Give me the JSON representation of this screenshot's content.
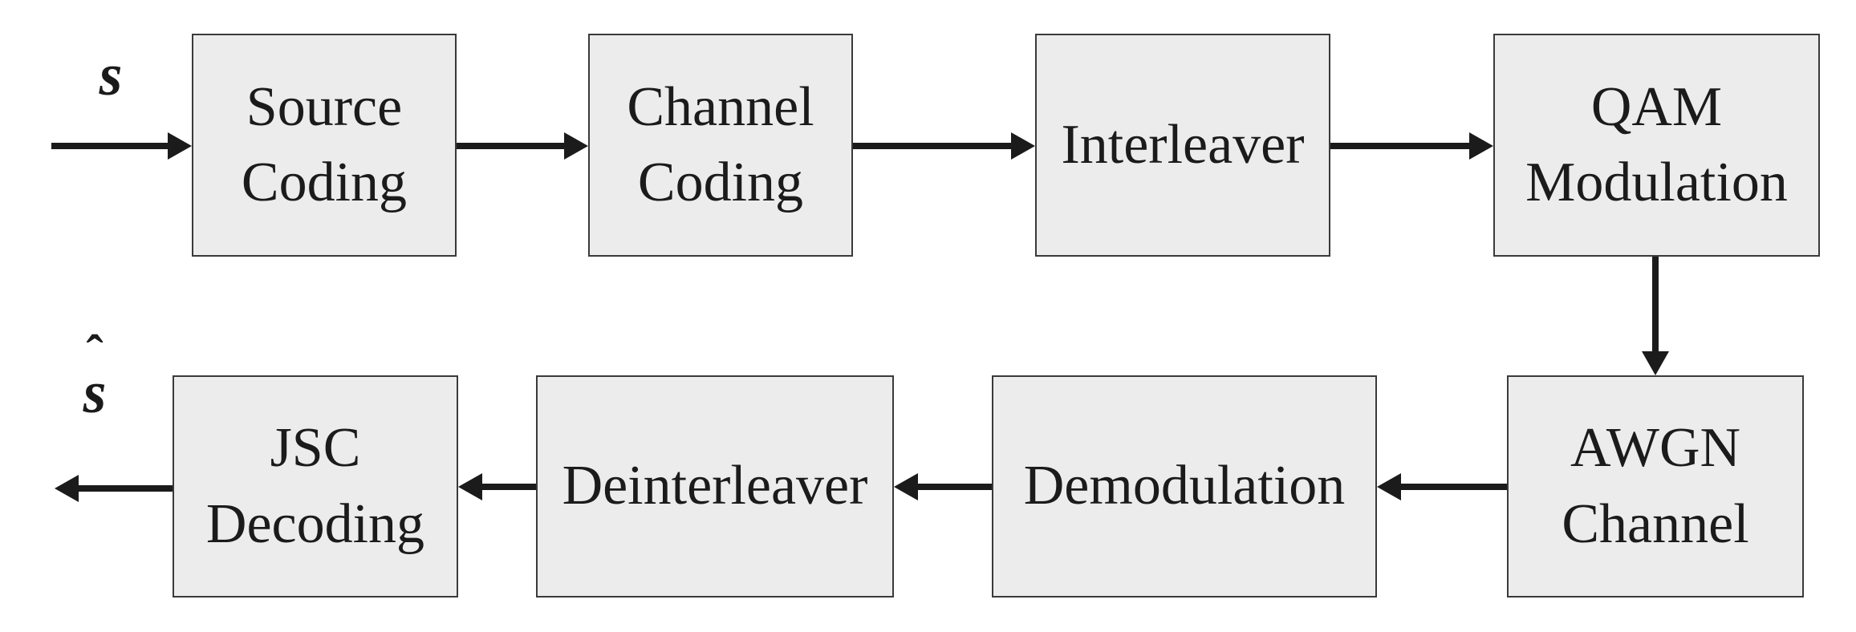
{
  "labels": {
    "input_signal": "s",
    "output_signal_hat": "ˆ",
    "output_signal_base": "s"
  },
  "blocks": [
    {
      "name": "source-coding",
      "lines": [
        "Source",
        "Coding"
      ]
    },
    {
      "name": "channel-coding",
      "lines": [
        "Channel",
        "Coding"
      ]
    },
    {
      "name": "interleaver",
      "lines": [
        "Interleaver"
      ]
    },
    {
      "name": "qam-modulation",
      "lines": [
        "QAM",
        "Modulation"
      ]
    },
    {
      "name": "awgn-channel",
      "lines": [
        "AWGN",
        "Channel"
      ]
    },
    {
      "name": "demodulation",
      "lines": [
        "Demodulation"
      ]
    },
    {
      "name": "deinterleaver",
      "lines": [
        "Deinterleaver"
      ]
    },
    {
      "name": "jsc-decoding",
      "lines": [
        "JSC",
        "Decoding"
      ]
    }
  ],
  "colors": {
    "background": "#ffffff",
    "box_fill": "#ececec",
    "box_border": "#3a3a3a",
    "arrow": "#1b1b1b",
    "text": "#1b1b1b"
  }
}
